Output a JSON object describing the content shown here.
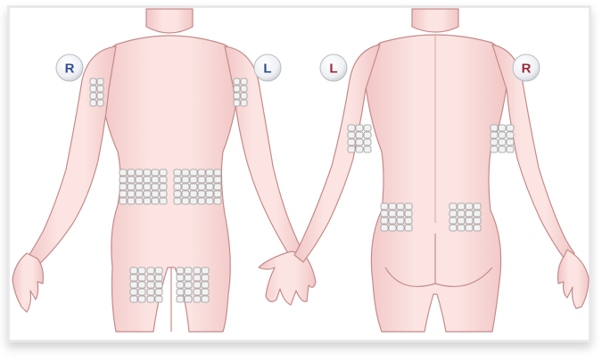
{
  "badges": {
    "front_right": "R",
    "front_left": "L",
    "back_left": "L",
    "back_right": "R"
  },
  "colors": {
    "skin": "#f6d6d4",
    "skin_shade": "#eebfbf",
    "outline": "#c98e8e",
    "patch_fill": "#f2f2f2",
    "patch_stroke": "#9a9a9a",
    "badge_blue": "#2d4f93",
    "badge_red": "#9b2a3c"
  }
}
